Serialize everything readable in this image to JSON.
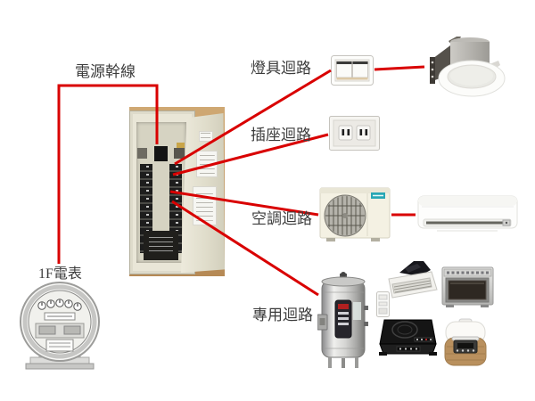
{
  "diagram": {
    "background": "#ffffff",
    "connector_color": "#d90000",
    "text_color": "#3c3c3c",
    "labels": {
      "main_power": "電源幹線",
      "meter": "1F電表",
      "lighting_circuit": "燈具迴路",
      "outlet_circuit": "插座迴路",
      "ac_circuit": "空調迴路",
      "dedicated_circuit": "專用迴路"
    },
    "icons": {
      "panel": "distribution-panel-photo",
      "meter": "analog-electric-meter",
      "switch": "wall-light-switch",
      "downlight": "recessed-ceiling-downlight",
      "outlet": "duplex-wall-outlet",
      "ac_outdoor": "air-conditioner-outdoor-unit",
      "ac_indoor": "air-conditioner-indoor-wall-unit",
      "water_heater": "electric-storage-water-heater",
      "wall_controller": "wall-control-switch",
      "bathroom_fan": "bathroom-ceiling-dryer-fan",
      "microwave": "microwave-oven",
      "induction_cooktop": "induction-cooktop",
      "rice_cooker": "rice-cooker"
    }
  }
}
